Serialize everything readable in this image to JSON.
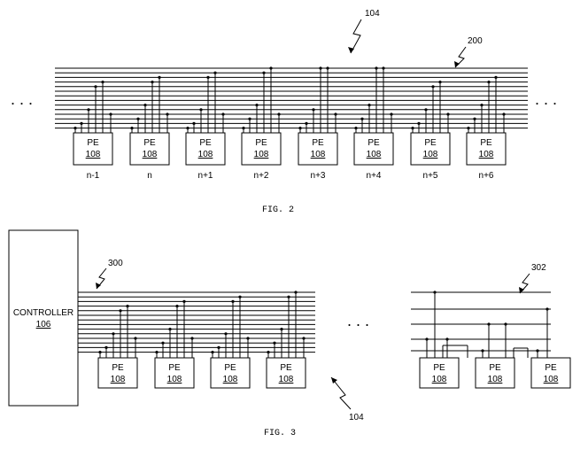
{
  "fig2": {
    "caption": "FIG. 2",
    "ref_array": "104",
    "ref_bus": "200",
    "ellipsis": ". . .",
    "pe_label": "PE",
    "pe_ref": "108",
    "pe_indices": [
      "n-1",
      "n",
      "n+1",
      "n+2",
      "n+3",
      "n+4",
      "n+5",
      "n+6"
    ]
  },
  "fig3": {
    "caption": "FIG. 3",
    "controller_label": "CONTROLLER",
    "controller_ref": "106",
    "ref_left_bus": "300",
    "ref_right_bus": "302",
    "ref_array": "104",
    "ellipsis": ". . .",
    "pe_label": "PE",
    "pe_ref": "108",
    "left_pe_count": 4,
    "right_pe_count": 3
  }
}
